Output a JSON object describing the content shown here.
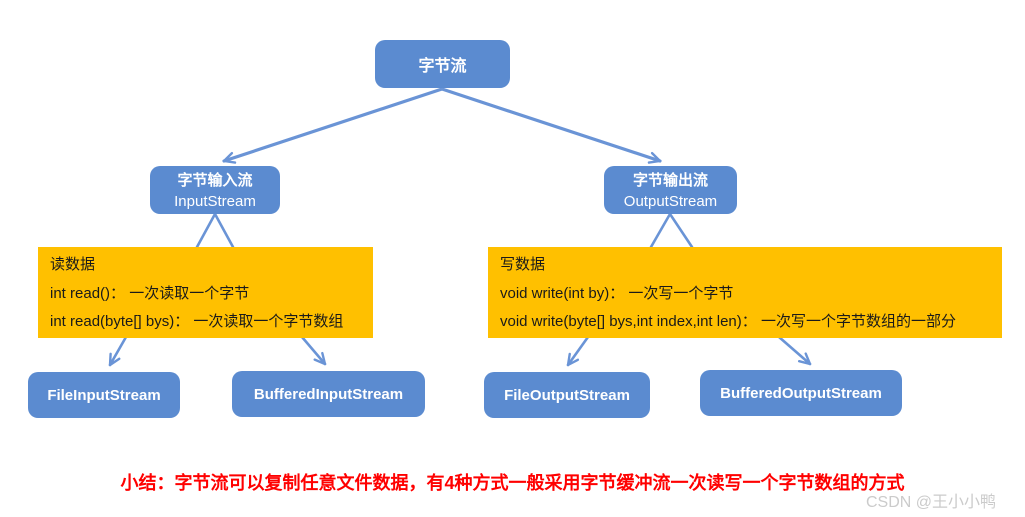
{
  "diagram": {
    "root": {
      "label": "字节流"
    },
    "input": {
      "title": "字节输入流",
      "subtitle": "InputStream"
    },
    "output": {
      "title": "字节输出流",
      "subtitle": "OutputStream"
    },
    "read_panel": {
      "lines": [
        "读数据",
        "int read()： 一次读取一个字节",
        "int read(byte[] bys)： 一次读取一个字节数组"
      ]
    },
    "write_panel": {
      "lines": [
        "写数据",
        "void write(int by)： 一次写一个字节",
        "void write(byte[] bys,int index,int len)： 一次写一个字节数组的一部分"
      ]
    },
    "leaves": [
      {
        "label": "FileInputStream"
      },
      {
        "label": "BufferedInputStream"
      },
      {
        "label": "FileOutputStream"
      },
      {
        "label": "BufferedOutputStream"
      }
    ]
  },
  "summary": {
    "text": "小结：字节流可以复制任意文件数据，有4种方式一般采用字节缓冲流一次读写一个字节数组的方式"
  },
  "watermark": {
    "text": "CSDN @王小小鸭"
  },
  "colors": {
    "node_blue": "#5b8bd0",
    "node_text": "#ffffff",
    "panel_orange": "#ffc000",
    "panel_text": "#1a1a1a",
    "connector_blue": "#6a94d6",
    "summary_red": "#ff0000",
    "watermark_gray": "#cbcbcb"
  }
}
